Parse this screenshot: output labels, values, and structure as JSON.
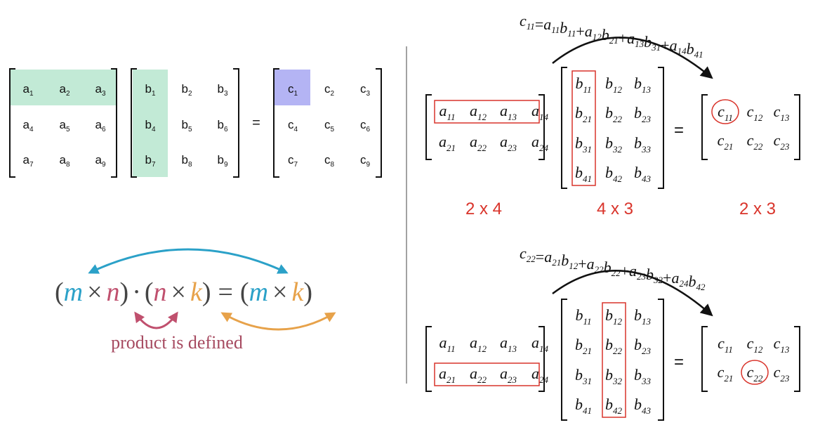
{
  "left": {
    "matrix_a": [
      [
        "a",
        "1"
      ],
      [
        "a",
        "2"
      ],
      [
        "a",
        "3"
      ],
      [
        "a",
        "4"
      ],
      [
        "a",
        "5"
      ],
      [
        "a",
        "6"
      ],
      [
        "a",
        "7"
      ],
      [
        "a",
        "8"
      ],
      [
        "a",
        "9"
      ]
    ],
    "matrix_b": [
      [
        "b",
        "1"
      ],
      [
        "b",
        "2"
      ],
      [
        "b",
        "3"
      ],
      [
        "b",
        "4"
      ],
      [
        "b",
        "5"
      ],
      [
        "b",
        "6"
      ],
      [
        "b",
        "7"
      ],
      [
        "b",
        "8"
      ],
      [
        "b",
        "9"
      ]
    ],
    "matrix_c": [
      [
        "c",
        "1"
      ],
      [
        "c",
        "2"
      ],
      [
        "c",
        "3"
      ],
      [
        "c",
        "4"
      ],
      [
        "c",
        "5"
      ],
      [
        "c",
        "6"
      ],
      [
        "c",
        "7"
      ],
      [
        "c",
        "8"
      ],
      [
        "c",
        "9"
      ]
    ],
    "equals": "=",
    "highlight_green": "#c2ead6",
    "highlight_blue": "#b4b4f4"
  },
  "rule": {
    "open1": "(",
    "m1": "m",
    "times1": "×",
    "n1": "n",
    "close1": ")",
    "dot": "·",
    "open2": "(",
    "n2": "n",
    "times2": "×",
    "k1": "k",
    "close2": ")",
    "equals": "=",
    "open3": "(",
    "m2": "m",
    "times3": "×",
    "k2": "k",
    "close3": ")",
    "caption": "product is defined",
    "color_m": "#2ba1c8",
    "color_n": "#c0506e",
    "color_k": "#e7a24a",
    "color_caption": "#a64a60"
  },
  "right": {
    "top_formula": {
      "lhs": [
        "c",
        "11"
      ],
      "terms": [
        [
          [
            "a",
            "11"
          ],
          [
            "b",
            "11"
          ]
        ],
        [
          [
            "a",
            "12"
          ],
          [
            "b",
            "21"
          ]
        ],
        [
          [
            "a",
            "13"
          ],
          [
            "b",
            "31"
          ]
        ],
        [
          [
            "a",
            "14"
          ],
          [
            "b",
            "41"
          ]
        ]
      ]
    },
    "bottom_formula": {
      "lhs": [
        "c",
        "22"
      ],
      "terms": [
        [
          [
            "a",
            "21"
          ],
          [
            "b",
            "12"
          ]
        ],
        [
          [
            "a",
            "22"
          ],
          [
            "b",
            "22"
          ]
        ],
        [
          [
            "a",
            "23"
          ],
          [
            "b",
            "32"
          ]
        ],
        [
          [
            "a",
            "24"
          ],
          [
            "b",
            "42"
          ]
        ]
      ]
    },
    "matrix_a": [
      [
        [
          "a",
          "11"
        ],
        [
          "a",
          "12"
        ],
        [
          "a",
          "13"
        ],
        [
          "a",
          "14"
        ]
      ],
      [
        [
          "a",
          "21"
        ],
        [
          "a",
          "22"
        ],
        [
          "a",
          "23"
        ],
        [
          "a",
          "24"
        ]
      ]
    ],
    "matrix_b": [
      [
        [
          "b",
          "11"
        ],
        [
          "b",
          "12"
        ],
        [
          "b",
          "13"
        ]
      ],
      [
        [
          "b",
          "21"
        ],
        [
          "b",
          "22"
        ],
        [
          "b",
          "23"
        ]
      ],
      [
        [
          "b",
          "31"
        ],
        [
          "b",
          "32"
        ],
        [
          "b",
          "33"
        ]
      ],
      [
        [
          "b",
          "41"
        ],
        [
          "b",
          "42"
        ],
        [
          "b",
          "43"
        ]
      ]
    ],
    "matrix_c": [
      [
        [
          "c",
          "11"
        ],
        [
          "c",
          "12"
        ],
        [
          "c",
          "13"
        ]
      ],
      [
        [
          "c",
          "21"
        ],
        [
          "c",
          "22"
        ],
        [
          "c",
          "23"
        ]
      ]
    ],
    "equals": "=",
    "dims": [
      "2 x 4",
      "4 x 3",
      "2 x 3"
    ],
    "dims_color": "#d9342b",
    "box_color": "#d9342b"
  }
}
